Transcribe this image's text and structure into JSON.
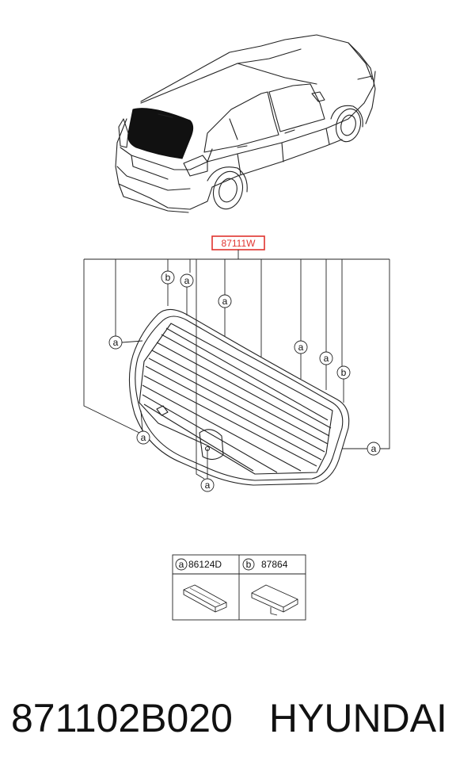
{
  "main_part": {
    "number": "87111W",
    "highlight_color": "#e0332f"
  },
  "callouts": {
    "a": "a",
    "b": "b"
  },
  "legend": {
    "items": [
      {
        "key": "a",
        "part_number": "86124D"
      },
      {
        "key": "b",
        "part_number": "87864"
      }
    ]
  },
  "footer": {
    "part_code": "871102B020",
    "brand": "HYUNDAI"
  }
}
